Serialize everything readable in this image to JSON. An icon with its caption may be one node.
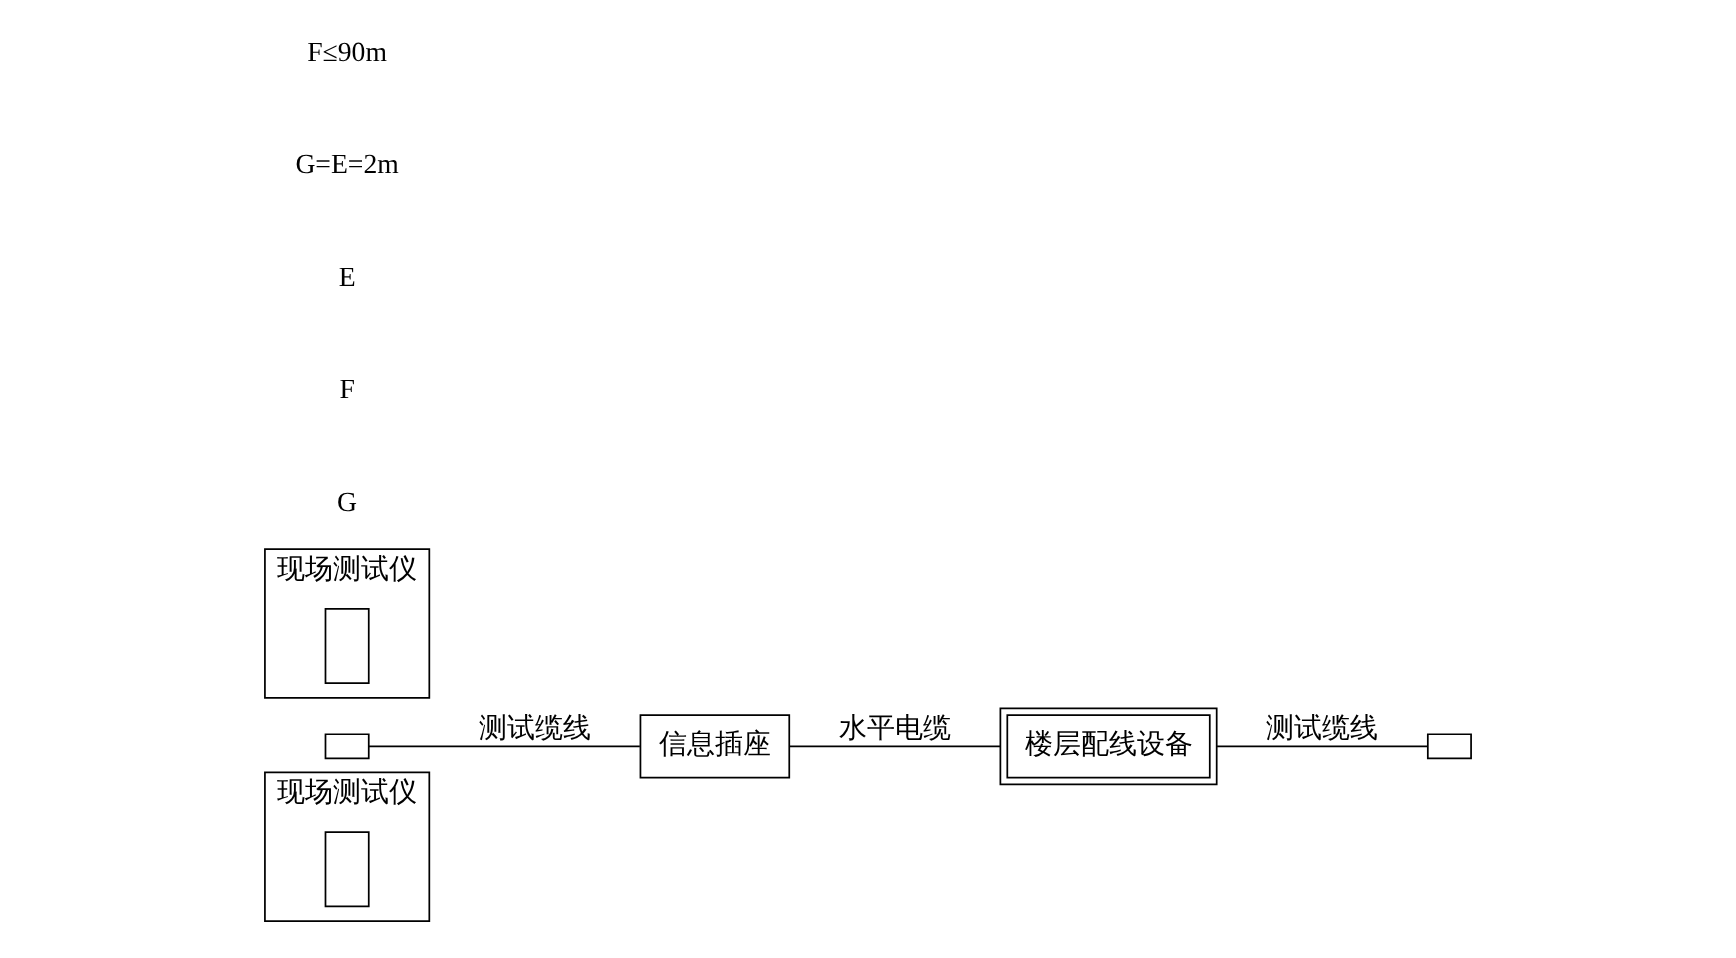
{
  "diagram": {
    "nodes": [
      {
        "text": [
          "现场测试仪"
        ]
      },
      {
        "text": [],
        "shape": "box",
        "in": 0
      },
      {
        "text": [],
        "shape": "box"
      },
      {
        "text": [
          "信息插座"
        ]
      },
      {
        "text": [
          "楼层配线设备"
        ]
      },
      {
        "text": [],
        "shape": "box"
      },
      {
        "text": [
          "现场测试仪"
        ]
      },
      {
        "text": [],
        "shape": "box",
        "in": 6
      }
    ],
    "edges": [
      {
        "from": 2,
        "to": 3,
        "arrow": "none",
        "label": "测试缆线"
      },
      {
        "from": 3,
        "to": 4,
        "arrow": "none",
        "label": "水平电缆"
      },
      {
        "from": 4,
        "to": 5,
        "arrow": "none",
        "label": "测试缆线"
      }
    ],
    "labels": [
      "G",
      "F",
      "E",
      "G=E=2m",
      "F≤90m"
    ]
  }
}
